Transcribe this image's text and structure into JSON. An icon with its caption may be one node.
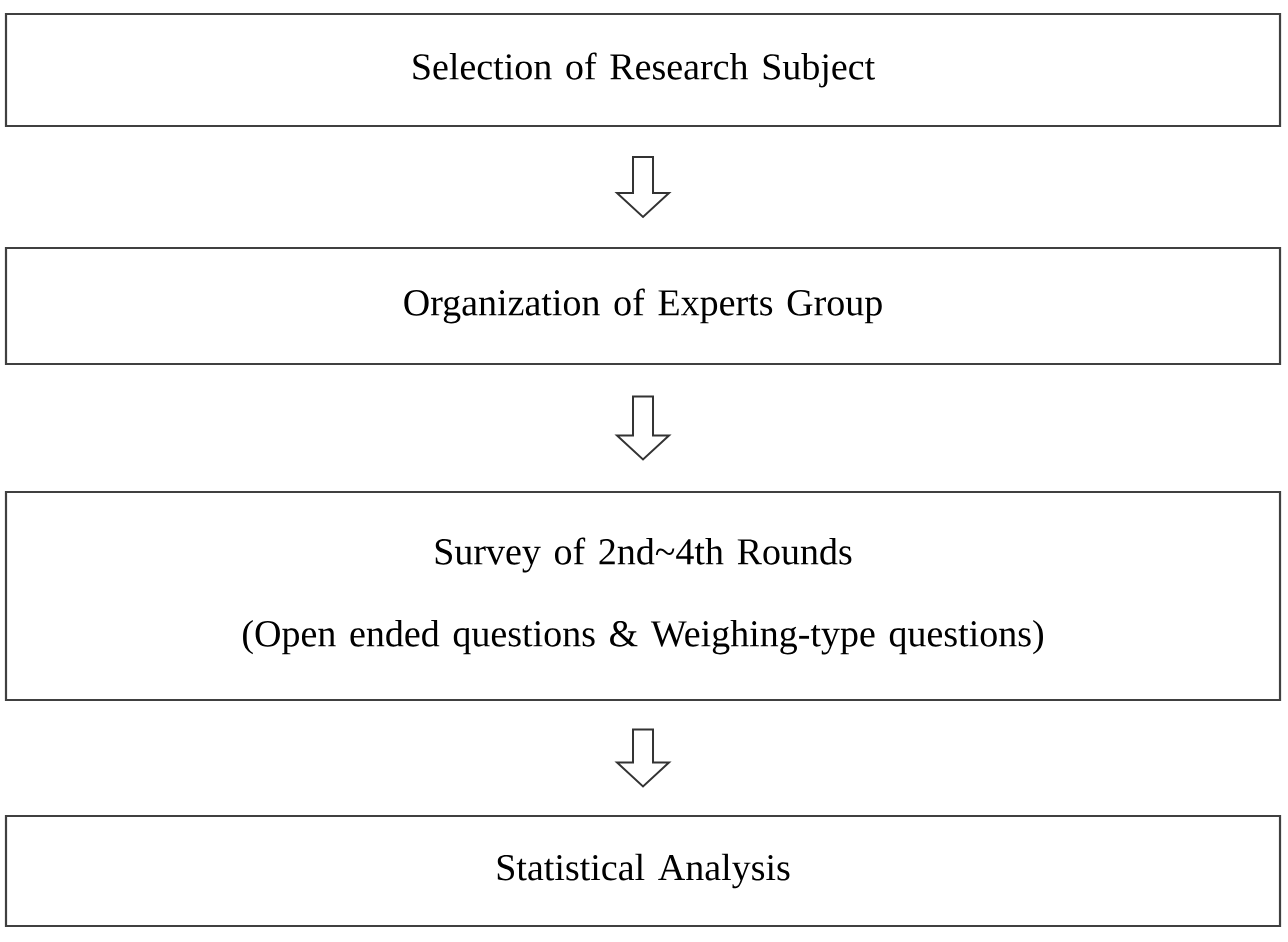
{
  "diagram": {
    "nodes": [
      {
        "text": [
          "Selection of Research Subject"
        ]
      },
      {
        "text": [
          "Organization of Experts Group"
        ]
      },
      {
        "text": [
          "Survey of 2nd~4th Rounds",
          "(Open ended questions & Weighing-type questions)"
        ]
      },
      {
        "text": [
          "Statistical Analysis"
        ]
      }
    ],
    "edges": [
      {
        "from": 0,
        "to": 1,
        "arrow": "to"
      },
      {
        "from": 1,
        "to": 2,
        "arrow": "to"
      },
      {
        "from": 2,
        "to": 3,
        "arrow": "to"
      }
    ]
  }
}
